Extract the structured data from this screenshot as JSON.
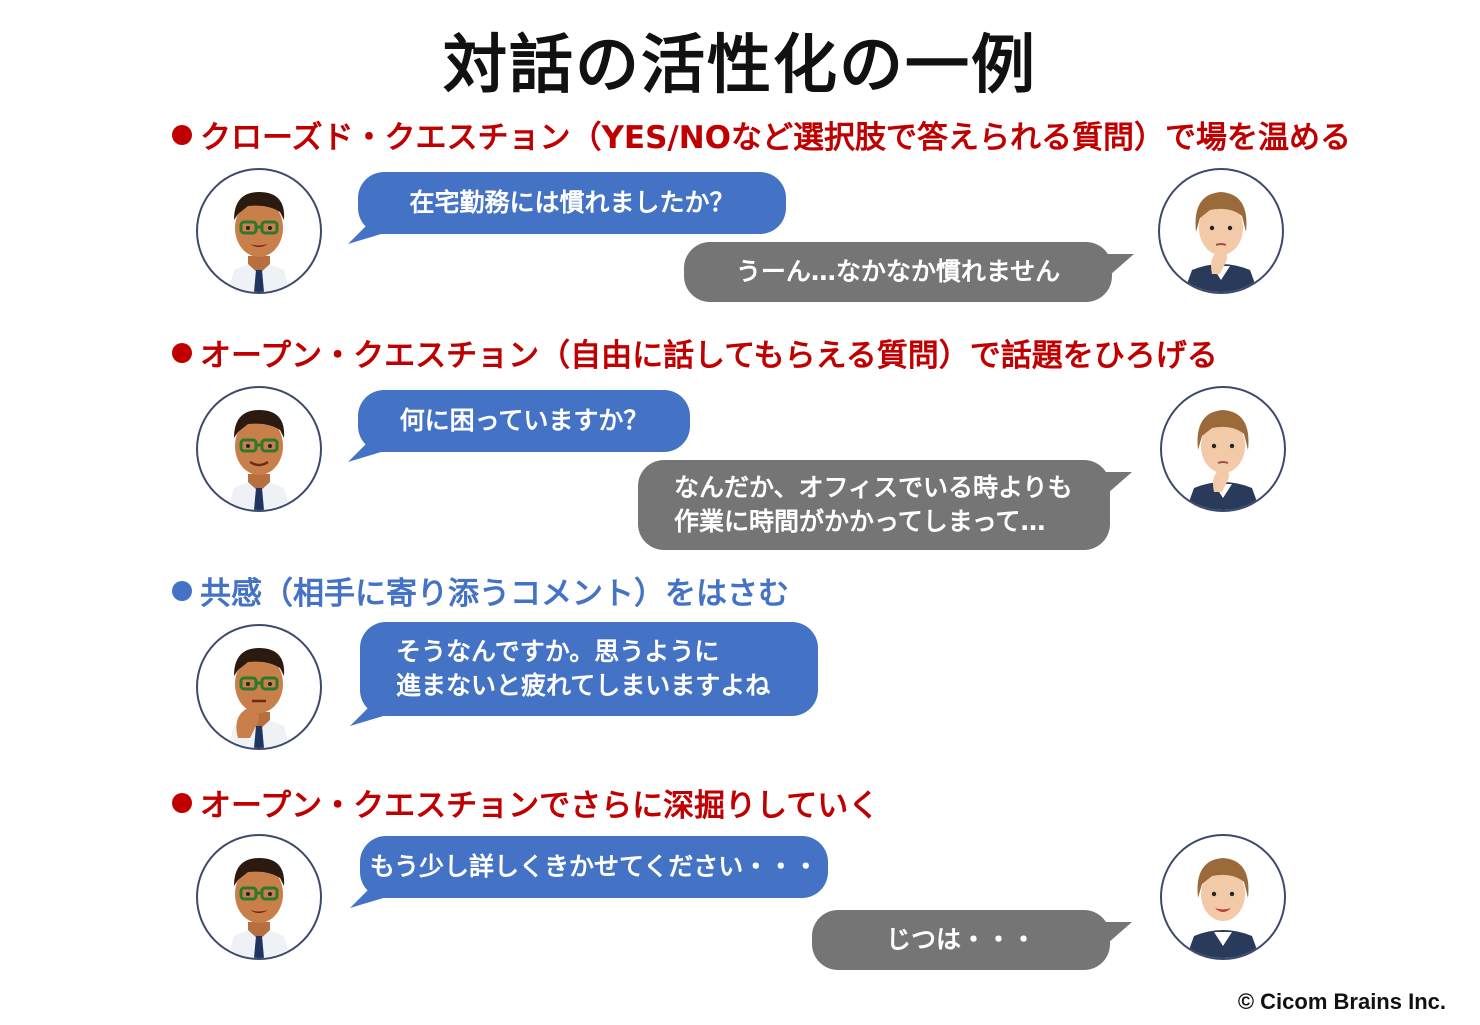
{
  "title": "対話の活性化の一例",
  "colors": {
    "red": "#c00000",
    "blue": "#4472c4",
    "gray": "#757575"
  },
  "sections": [
    {
      "heading": "クローズド・クエスチョン（YES/NOなど選択肢で答えられる質問）で場を温める",
      "bullet_color": "#c00000",
      "man_bubble": [
        "在宅勤務には慣れましたか？"
      ],
      "woman_bubble": [
        "うーん…なかなか慣れません"
      ]
    },
    {
      "heading": "オープン・クエスチョン（自由に話してもらえる質問）で話題をひろげる",
      "bullet_color": "#c00000",
      "man_bubble": [
        "何に困っていますか？"
      ],
      "woman_bubble": [
        "なんだか、オフィスでいる時よりも",
        "作業に時間がかかってしまって…"
      ]
    },
    {
      "heading": "共感（相手に寄り添うコメント）をはさむ",
      "bullet_color": "#4472c4",
      "man_bubble": [
        "そうなんですか。思うように",
        "進まないと疲れてしまいますよね"
      ]
    },
    {
      "heading": "オープン・クエスチョンでさらに深掘りしていく",
      "bullet_color": "#c00000",
      "man_bubble": [
        "もう少し詳しくきかせてください・・・"
      ],
      "woman_bubble": [
        "じつは・・・"
      ]
    }
  ],
  "avatars": {
    "man": "man-with-glasses-icon",
    "man_thinking": "man-thinking-icon",
    "woman_thinking": "woman-thinking-icon",
    "woman_smiling": "woman-smiling-icon"
  },
  "copyright": "© Cicom Brains Inc."
}
